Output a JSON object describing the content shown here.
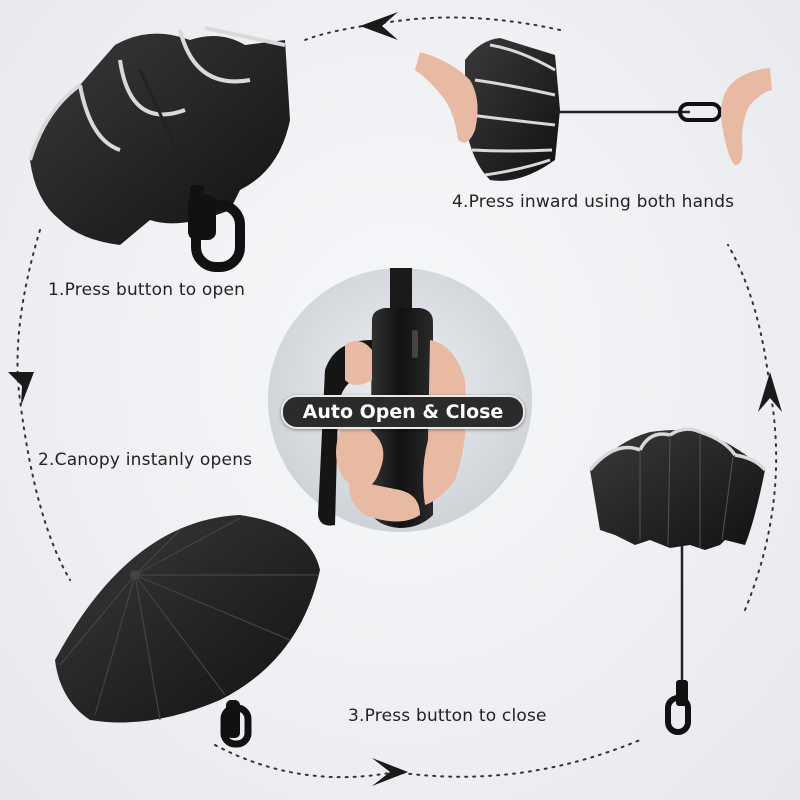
{
  "steps": [
    {
      "label": "1.Press button to open"
    },
    {
      "label": "2.Canopy instanly opens"
    },
    {
      "label": "3.Press button to close"
    },
    {
      "label": "4.Press inward using both hands"
    }
  ],
  "center_badge": "Auto Open & Close",
  "colors": {
    "canopy": "#1c1c1c",
    "canopy_highlight": "#3a3a3a",
    "reflective_trim": "#d9d9d9",
    "arrow": "#1a1a1a",
    "skin": "#e8b9a3"
  }
}
